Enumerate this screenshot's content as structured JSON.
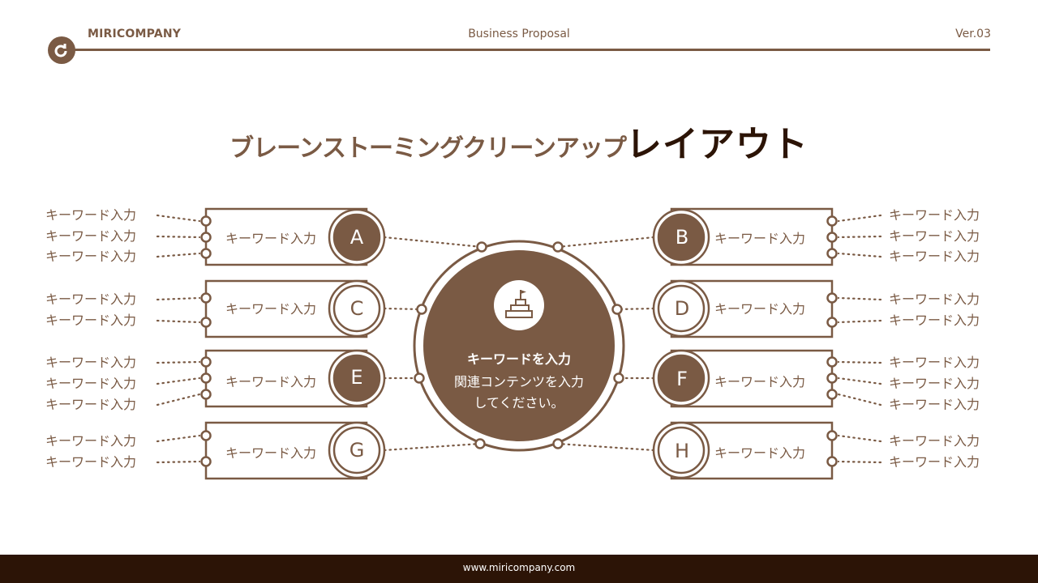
{
  "header": {
    "brand": "MIRICOMPANY",
    "subtitle": "Business Proposal",
    "version": "Ver.03",
    "logo_icon": "donut-d-logo"
  },
  "title": {
    "part1": "ブレーンストーミングクリーンアップ",
    "part2": "レイアウト"
  },
  "center": {
    "icon": "podium-flag-icon",
    "heading": "キーワードを入力",
    "body": "関連コンテンツを入力\nしてください。"
  },
  "nodes": [
    {
      "letter": "A",
      "label": "キーワード入力",
      "filled": true,
      "keywords": [
        "キーワード入力",
        "キーワード入力",
        "キーワード入力"
      ]
    },
    {
      "letter": "B",
      "label": "キーワード入力",
      "filled": true,
      "keywords": [
        "キーワード入力",
        "キーワード入力",
        "キーワード入力"
      ]
    },
    {
      "letter": "C",
      "label": "キーワード入力",
      "filled": false,
      "keywords": [
        "キーワード入力",
        "キーワード入力"
      ]
    },
    {
      "letter": "D",
      "label": "キーワード入力",
      "filled": false,
      "keywords": [
        "キーワード入力",
        "キーワード入力"
      ]
    },
    {
      "letter": "E",
      "label": "キーワード入力",
      "filled": true,
      "keywords": [
        "キーワード入力",
        "キーワード入力",
        "キーワード入力"
      ]
    },
    {
      "letter": "F",
      "label": "キーワード入力",
      "filled": true,
      "keywords": [
        "キーワード入力",
        "キーワード入力",
        "キーワード入力"
      ]
    },
    {
      "letter": "G",
      "label": "キーワード入力",
      "filled": false,
      "keywords": [
        "キーワード入力",
        "キーワード入力"
      ]
    },
    {
      "letter": "H",
      "label": "キーワード入力",
      "filled": false,
      "keywords": [
        "キーワード入力",
        "キーワード入力"
      ]
    }
  ],
  "footer": {
    "url": "www.miricompany.com"
  },
  "colors": {
    "brown": "#7a5a44",
    "dark": "#2c1406",
    "white": "#ffffff"
  }
}
